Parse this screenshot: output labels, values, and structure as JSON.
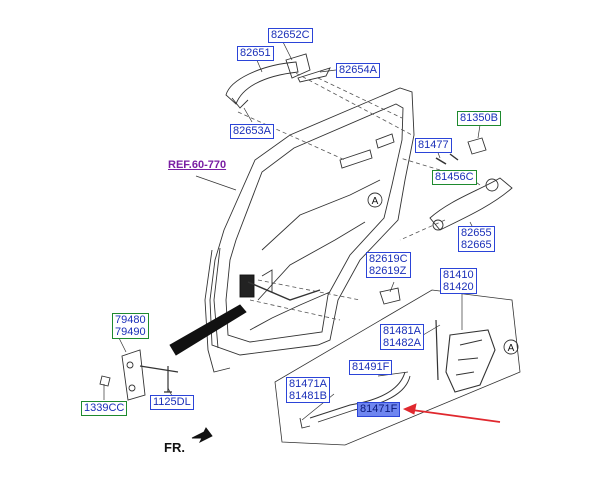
{
  "diagram": {
    "labels": {
      "p82652C": "82652C",
      "p82651": "82651",
      "p82654A": "82654A",
      "p82653A": "82653A",
      "p81350B": "81350B",
      "p81477": "81477",
      "p81456C": "81456C",
      "p82655_82665": [
        "82655",
        "82665"
      ],
      "ref": "REF.60-770",
      "p82619": [
        "82619C",
        "82619Z"
      ],
      "p81410_81420": [
        "81410",
        "81420"
      ],
      "p81481": [
        "81481A",
        "81482A"
      ],
      "p81491F": "81491F",
      "p81471": [
        "81471A",
        "81481B"
      ],
      "p81471F": "81471F",
      "p79480_79490": [
        "79480",
        "79490"
      ],
      "p1339CC": "1339CC",
      "p1125DL": "1125DL",
      "detail_marker": "A",
      "front": "FR."
    },
    "colors": {
      "callout_blue": "#2b44d8",
      "callout_green": "#1e8a2e",
      "highlight_fill": "#6f86f0",
      "pointer_red": "#e0282e",
      "ref_purple": "#7a1fa3"
    }
  }
}
